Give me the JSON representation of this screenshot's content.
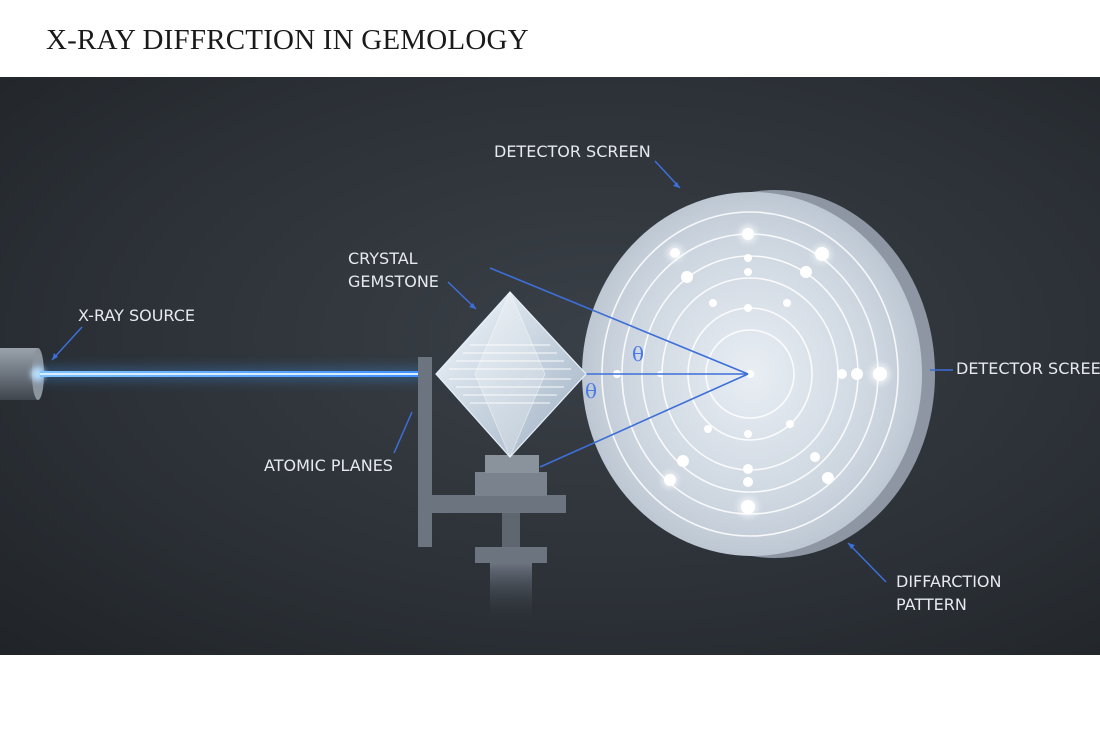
{
  "title": "X-RAY DIFFRCTION IN GEMOLOGY",
  "labels": {
    "xray_source": "X-RAY SOURCE",
    "crystal_line1": "CRYSTAL",
    "crystal_line2": "GEMSTONE",
    "atomic_planes": "ATOMIC PLANES",
    "detector_top": "DETECTOR SCREEN",
    "detector_right": "DETECTOR SCREEN",
    "diffraction_line1": "DIFFARCTION",
    "diffraction_line2": "PATTERN",
    "angle_upper": "θ",
    "angle_lower": "θ"
  },
  "colors": {
    "background": "#2b3036",
    "beam": "#3e9bff",
    "annotation": "#3d6fd8",
    "screen_face": "#c9d3de",
    "screen_edge": "#8d96a2",
    "mount": "#6c7480"
  }
}
